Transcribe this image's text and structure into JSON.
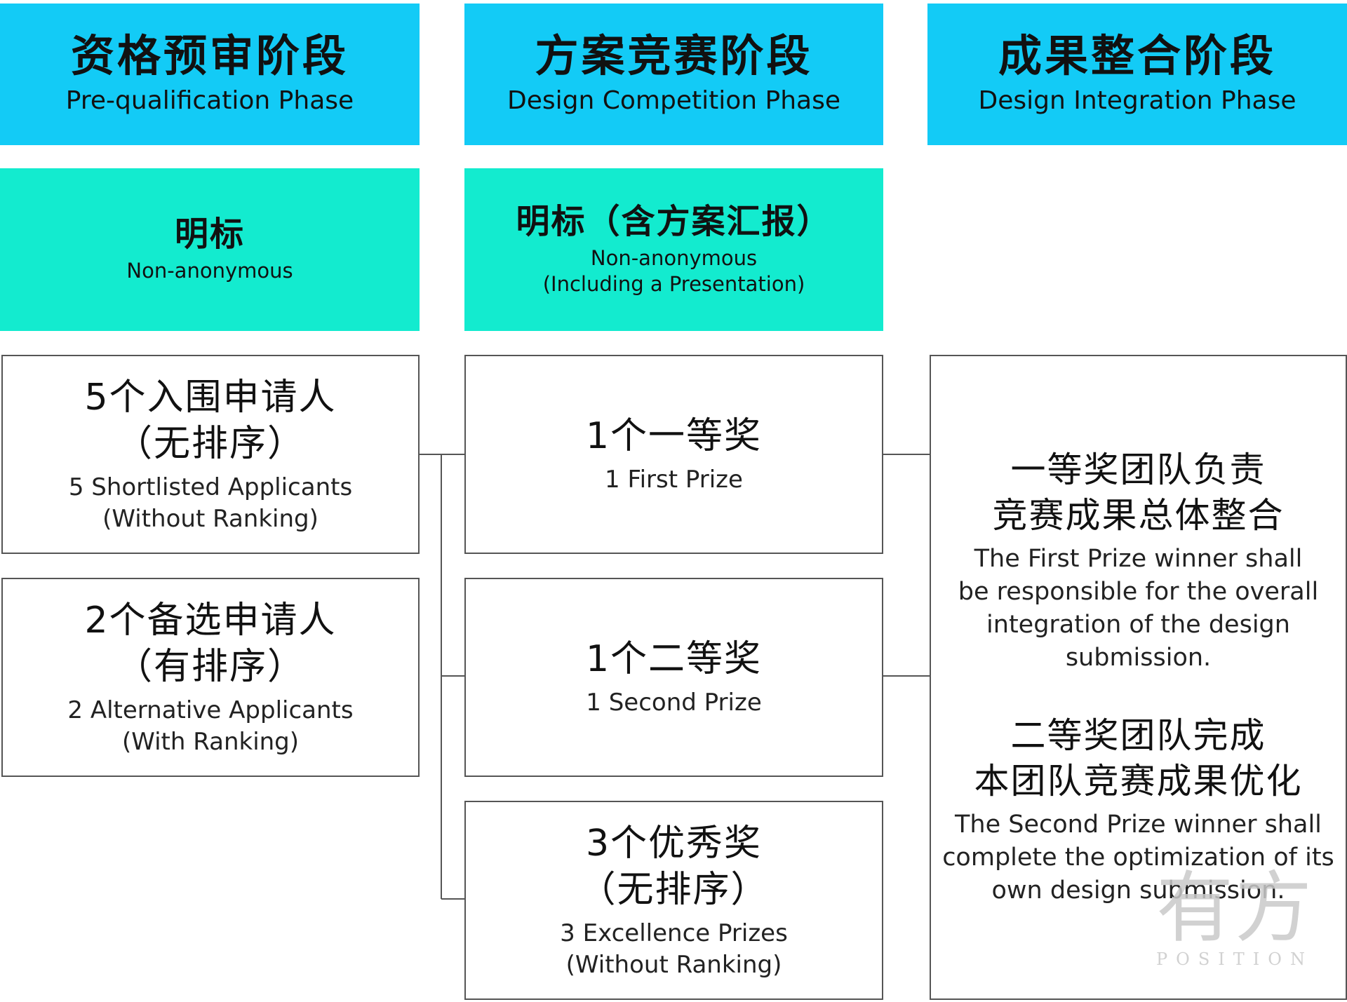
{
  "phases": [
    {
      "zh": "资格预审阶段",
      "en": "Pre-qualification Phase"
    },
    {
      "zh": "方案竞赛阶段",
      "en": "Design Competition Phase"
    },
    {
      "zh": "成果整合阶段",
      "en": "Design Integration Phase"
    }
  ],
  "modes": [
    {
      "zh": "明标",
      "en1": "Non-anonymous",
      "en2": ""
    },
    {
      "zh": "明标（含方案汇报）",
      "en1": "Non-anonymous",
      "en2": "(Including a Presentation)"
    }
  ],
  "applicants": [
    {
      "zh1": "5个入围申请人",
      "zh2": "（无排序）",
      "en1": "5 Shortlisted Applicants",
      "en2": "(Without Ranking)"
    },
    {
      "zh1": "2个备选申请人",
      "zh2": "（有排序）",
      "en1": "2 Alternative Applicants",
      "en2": "(With Ranking)"
    }
  ],
  "prizes": [
    {
      "zh1": "1个一等奖",
      "zh2": "",
      "en1": "1 First Prize",
      "en2": ""
    },
    {
      "zh1": "1个二等奖",
      "zh2": "",
      "en1": "1 Second Prize",
      "en2": ""
    },
    {
      "zh1": "3个优秀奖",
      "zh2": "（无排序）",
      "en1": "3 Excellence Prizes",
      "en2": "(Without Ranking)"
    }
  ],
  "integration": {
    "first": {
      "zh1": "一等奖团队负责",
      "zh2": "竞赛成果总体整合",
      "en1": "The First Prize winner shall",
      "en2": "be responsible for the overall",
      "en3": "integration of the design",
      "en4": "submission."
    },
    "second": {
      "zh1": "二等奖团队完成",
      "zh2": "本团队竞赛成果优化",
      "en1": "The Second Prize winner shall",
      "en2": "complete the optimization of its",
      "en3": "own design submission."
    }
  },
  "watermark": {
    "zh": "有方",
    "en": "POSITION"
  },
  "colors": {
    "phase_header": "#13CBF6",
    "mode_header": "#13EBCF",
    "box_border": "#555555",
    "connector": "#555555"
  }
}
